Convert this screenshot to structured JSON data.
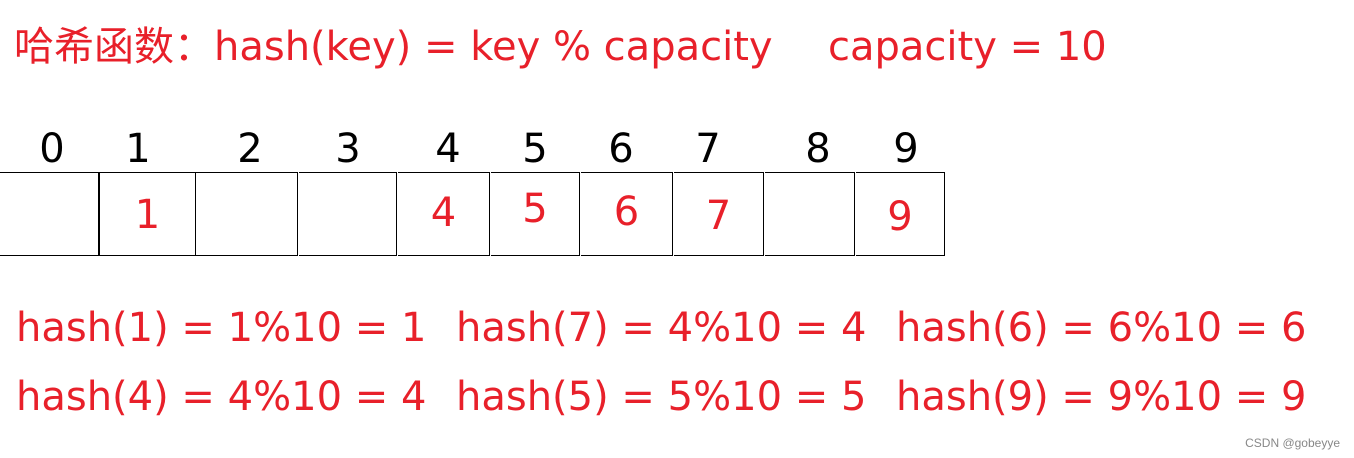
{
  "title": {
    "hash_function": "哈希函数：hash(key) = key % capacity",
    "capacity": "capacity = 10"
  },
  "indices": [
    "0",
    "1",
    "2",
    "3",
    "4",
    "5",
    "6",
    "7",
    "8",
    "9"
  ],
  "cells": [
    "",
    "1",
    "",
    "",
    "4",
    "5",
    "6",
    "7",
    "",
    "9"
  ],
  "equations": {
    "row1": [
      "hash(1) = 1%10 = 1",
      "hash(7) = 4%10 = 4",
      "hash(6) = 6%10 = 6"
    ],
    "row2": [
      "hash(4) = 4%10 = 4",
      "hash(5) = 5%10 = 5",
      "hash(9) = 9%10 = 9"
    ]
  },
  "watermark": "CSDN @gobeyye",
  "colors": {
    "accent_red": "#e8202a",
    "index_black": "#000000"
  }
}
